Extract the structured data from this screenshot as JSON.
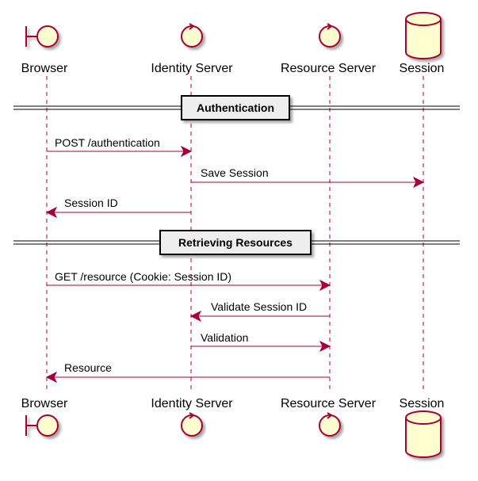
{
  "colors": {
    "lifeline": "#A80036",
    "arrow": "#A80036",
    "participant_fill": "#FEFECE",
    "participant_stroke": "#A80036",
    "divider_box_fill": "#EEEEEE",
    "text": "#000000"
  },
  "participants": [
    {
      "name": "Browser",
      "icon": "boundary-icon"
    },
    {
      "name": "Identity Server",
      "icon": "control-icon"
    },
    {
      "name": "Resource Server",
      "icon": "control-icon"
    },
    {
      "name": "Session",
      "icon": "database-icon"
    }
  ],
  "dividers": [
    {
      "label": "Authentication"
    },
    {
      "label": "Retrieving Resources"
    }
  ],
  "messages": [
    {
      "from": "Browser",
      "to": "Identity Server",
      "label": "POST /authentication"
    },
    {
      "from": "Identity Server",
      "to": "Session",
      "label": "Save Session"
    },
    {
      "from": "Identity Server",
      "to": "Browser",
      "label": "Session ID"
    },
    {
      "from": "Browser",
      "to": "Resource Server",
      "label": "GET /resource (Cookie: Session ID)"
    },
    {
      "from": "Resource Server",
      "to": "Identity Server",
      "label": "Validate Session ID"
    },
    {
      "from": "Identity Server",
      "to": "Resource Server",
      "label": "Validation"
    },
    {
      "from": "Resource Server",
      "to": "Browser",
      "label": "Resource"
    }
  ]
}
